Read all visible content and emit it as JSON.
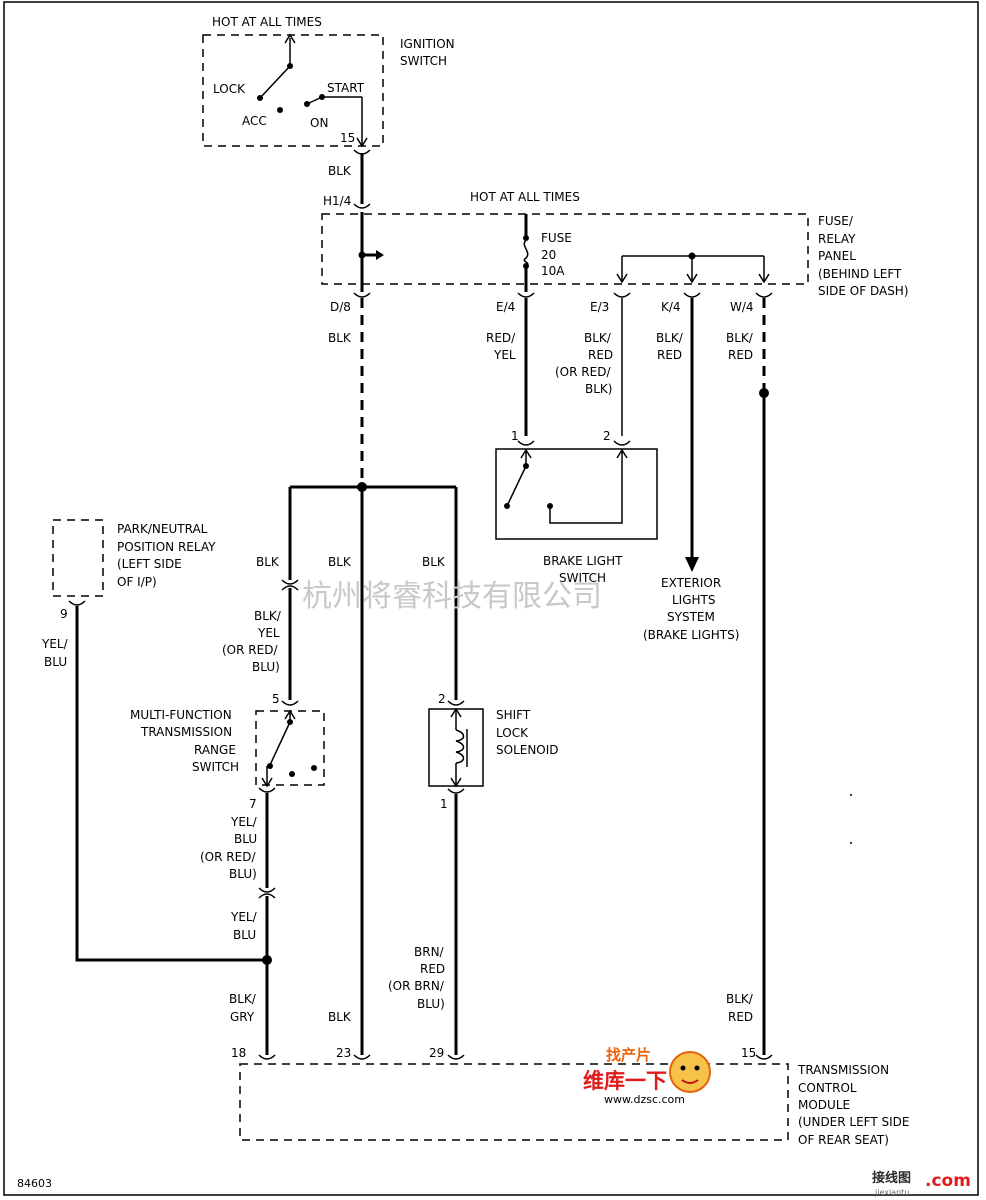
{
  "ignition_switch": {
    "hot_label": "HOT AT ALL TIMES",
    "title": [
      "IGNITION",
      "SWITCH"
    ],
    "lock": "LOCK",
    "start": "START",
    "acc": "ACC",
    "on": "ON",
    "pin": "15",
    "wire": "BLK"
  },
  "fuse_panel": {
    "hot_label": "HOT AT ALL TIMES",
    "title": [
      "FUSE/",
      "RELAY",
      "PANEL",
      "(BEHIND LEFT",
      "SIDE OF DASH)"
    ],
    "fuse": [
      "FUSE",
      "20",
      "10A"
    ],
    "pins": {
      "h1": "H1/4",
      "d": "D/8",
      "e4": "E/4",
      "e3": "E/3",
      "k": "K/4",
      "w": "W/4"
    }
  },
  "wires": {
    "d8": "BLK",
    "e4": [
      "RED/",
      "YEL"
    ],
    "e3": [
      "BLK/",
      "RED",
      "(OR RED/",
      "BLK)"
    ],
    "k4": [
      "BLK/",
      "RED"
    ],
    "w4": [
      "BLK/",
      "RED"
    ],
    "branch_left": "BLK",
    "branch_mid": "BLK",
    "branch_right": "BLK",
    "range_in": [
      "BLK/",
      "YEL",
      "(OR RED/",
      "BLU)"
    ],
    "range_out": [
      "YEL/",
      "BLU",
      "(OR RED/",
      "BLU)"
    ],
    "yelblu": [
      "YEL/",
      "BLU"
    ],
    "pn_out": [
      "YEL/",
      "BLU"
    ],
    "blkgry": [
      "BLK/",
      "GRY"
    ],
    "blk_bottom": "BLK",
    "brn": [
      "BRN/",
      "RED",
      "(OR BRN/",
      "BLU)"
    ],
    "blkred_bottom": [
      "BLK/",
      "RED"
    ]
  },
  "brake_switch": {
    "title": [
      "BRAKE LIGHT",
      "SWITCH"
    ],
    "pin1": "1",
    "pin2": "2"
  },
  "exterior": [
    "EXTERIOR",
    "LIGHTS",
    "SYSTEM",
    "(BRAKE LIGHTS)"
  ],
  "pn_relay": {
    "title": [
      "PARK/NEUTRAL",
      "POSITION RELAY",
      "(LEFT SIDE",
      "OF I/P)"
    ],
    "pin": "9"
  },
  "range_switch": {
    "title": [
      "MULTI-FUNCTION",
      "TRANSMISSION",
      "RANGE",
      "SWITCH"
    ],
    "pin_in": "5",
    "pin_out": "7"
  },
  "shift_lock": {
    "title": [
      "SHIFT",
      "LOCK",
      "SOLENOID"
    ],
    "pin_in": "2",
    "pin_out": "1"
  },
  "tcm": {
    "title": [
      "TRANSMISSION",
      "CONTROL",
      "MODULE",
      "(UNDER LEFT SIDE",
      "OF REAR SEAT)"
    ],
    "pins": [
      "18",
      "23",
      "29",
      "15"
    ]
  },
  "diagram_id": "84603",
  "watermarks": {
    "company": "杭州将睿科技有限公司",
    "brand_top": "找产片",
    "brand_cn": "维库一下",
    "site": "www.dzsc.com",
    "corner": "接线图",
    "corner_site": ".com",
    "corner_sub": "jiexiantu"
  },
  "colors": {
    "line": "#000000",
    "watermark_gray": "#c8c8c8",
    "watermark_orange": "#e8630a",
    "watermark_red": "#e11b1b"
  }
}
